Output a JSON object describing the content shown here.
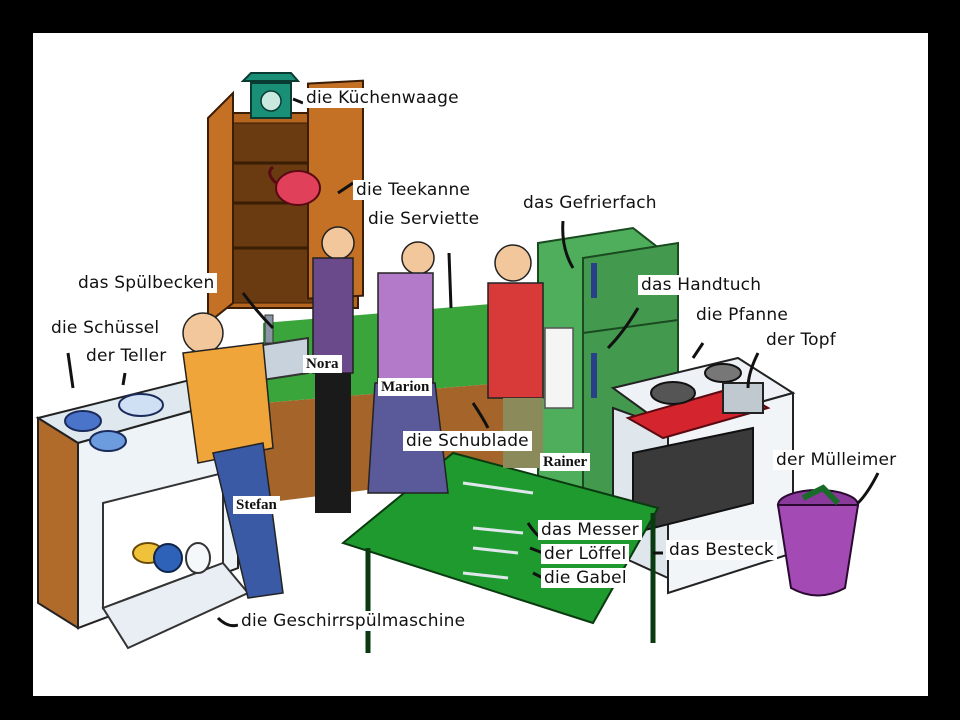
{
  "labels": {
    "kuechenwaage": "die Küchenwaage",
    "teekanne": "die Teekanne",
    "serviette": "die Serviette",
    "gefrierfach": "das Gefrierfach",
    "spuelbecken": "das Spülbecken",
    "handtuch": "das Handtuch",
    "schuessel": "die Schüssel",
    "teller": "der Teller",
    "pfanne": "die Pfanne",
    "topf": "der Topf",
    "schublade": "die Schublade",
    "muelleimer": "der Mülleimer",
    "messer": "das Messer",
    "loeffel": "der Löffel",
    "gabel": "die Gabel",
    "besteck": "das Besteck",
    "geschirrspuelmaschine": "die Geschirrspülmaschine"
  },
  "names": {
    "nora": "Nora",
    "marion": "Marion",
    "rainer": "Rainer",
    "stefan": "Stefan"
  },
  "colors": {
    "frame": "#000000",
    "background": "#ffffff",
    "counter_green": "#3aa53a",
    "table_green": "#1f9a2e",
    "fridge_green": "#4fae5b",
    "cabinet_brown": "#b5651d",
    "stove_red": "#d4242e"
  }
}
